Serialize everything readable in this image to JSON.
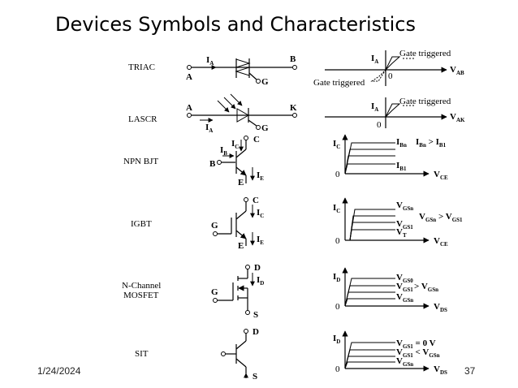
{
  "slide": {
    "title": "Devices Symbols and Characteristics",
    "date": "1/24/2024",
    "page_number": "37"
  },
  "devices": [
    {
      "name": "TRIAC",
      "terminals": [
        "A",
        "B",
        "G"
      ],
      "symbol_labels": [
        "I",
        "A"
      ],
      "characteristic": {
        "y_axis": [
          "I",
          "A"
        ],
        "x_axis": [
          "V",
          "AB"
        ],
        "origin": "0",
        "annotations": [
          "Gate triggered",
          "Gate triggered"
        ]
      }
    },
    {
      "name": "LASCR",
      "terminals": [
        "A",
        "K",
        "G"
      ],
      "symbol_labels": [
        "I",
        "A"
      ],
      "characteristic": {
        "y_axis": [
          "I",
          "A"
        ],
        "x_axis": [
          "V",
          "AK"
        ],
        "origin": "0",
        "annotations": [
          "Gate triggered"
        ]
      }
    },
    {
      "name": "NPN BJT",
      "terminals": [
        "C",
        "B",
        "E"
      ],
      "symbol_labels": [
        [
          "I",
          "C"
        ],
        [
          "I",
          "B"
        ],
        [
          "I",
          "E"
        ]
      ],
      "characteristic": {
        "y_axis": [
          "I",
          "C"
        ],
        "x_axis": [
          "V",
          "CE"
        ],
        "origin": "0",
        "curve_labels": [
          [
            "I",
            "Bn"
          ],
          [
            "I",
            "B1"
          ]
        ],
        "relation": [
          [
            "I",
            "Bn"
          ],
          " > ",
          [
            "I",
            "B1"
          ]
        ]
      }
    },
    {
      "name": "IGBT",
      "terminals": [
        "C",
        "G",
        "E"
      ],
      "symbol_labels": [
        [
          "I",
          "C"
        ],
        [
          "I",
          "E"
        ]
      ],
      "characteristic": {
        "y_axis": [
          "I",
          "C"
        ],
        "x_axis": [
          "V",
          "CE"
        ],
        "origin": "0",
        "curve_labels": [
          [
            "V",
            "GSn"
          ],
          [
            "V",
            "GS1"
          ],
          [
            "V",
            "T"
          ]
        ],
        "relation": [
          [
            "V",
            "GSn"
          ],
          " > ",
          [
            "V",
            "GS1"
          ]
        ]
      }
    },
    {
      "name_lines": [
        "N-Channel",
        "MOSFET"
      ],
      "terminals": [
        "D",
        "G",
        "S"
      ],
      "symbol_labels": [
        [
          "I",
          "D"
        ]
      ],
      "characteristic": {
        "y_axis": [
          "I",
          "D"
        ],
        "x_axis": [
          "V",
          "DS"
        ],
        "origin": "0",
        "curve_labels": [
          [
            "V",
            "GS0"
          ],
          [
            "V",
            "GS1"
          ],
          [
            "V",
            "GSn"
          ]
        ],
        "relation": [
          [
            "V",
            "GS1"
          ],
          " > ",
          [
            "V",
            "GSn"
          ]
        ]
      }
    },
    {
      "name": "SIT",
      "terminals": [
        "D",
        "S"
      ],
      "characteristic": {
        "y_axis": [
          "I",
          "D"
        ],
        "x_axis": [
          "V",
          "DS"
        ],
        "origin": "0",
        "curve_labels": [
          [
            "V",
            "GS1"
          ],
          [
            "V",
            "GS1"
          ],
          [
            "V",
            "GSn"
          ]
        ],
        "relation_1": [
          [
            "V",
            "GS1"
          ],
          " = 0 V"
        ],
        "relation_2": [
          [
            "V",
            "GS1"
          ],
          " < ",
          [
            "V",
            "GSn"
          ]
        ]
      }
    }
  ]
}
